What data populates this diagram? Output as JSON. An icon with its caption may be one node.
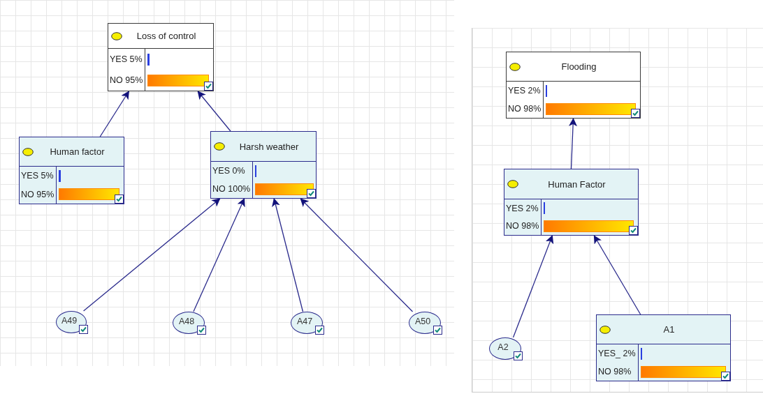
{
  "diagram": {
    "nodes": [
      {
        "text": [
          "Loss of control",
          "YES 5%",
          "NO 95%"
        ]
      },
      {
        "text": [
          "Human factor",
          "YES 5%",
          "NO 95%"
        ]
      },
      {
        "text": [
          "Harsh weather",
          "YES 0%",
          "NO 100%"
        ]
      },
      {
        "text": [
          "A49"
        ]
      },
      {
        "text": [
          "A48"
        ]
      },
      {
        "text": [
          "A47"
        ]
      },
      {
        "text": [
          "A50"
        ]
      },
      {
        "text": [
          "Flooding",
          "YES 2%",
          "NO 98%"
        ]
      },
      {
        "text": [
          "Human Factor",
          "YES 2%",
          "NO 98%"
        ]
      },
      {
        "text": [
          "A2"
        ]
      },
      {
        "text": [
          "A1",
          "YES_ 2%",
          "NO 98%"
        ]
      }
    ],
    "edges": [
      {
        "from": 1,
        "to": 0,
        "arrow": "to"
      },
      {
        "from": 2,
        "to": 0,
        "arrow": "to"
      },
      {
        "from": 3,
        "to": 2,
        "arrow": "to"
      },
      {
        "from": 4,
        "to": 2,
        "arrow": "to"
      },
      {
        "from": 5,
        "to": 2,
        "arrow": "to"
      },
      {
        "from": 6,
        "to": 2,
        "arrow": "to"
      },
      {
        "from": 8,
        "to": 7,
        "arrow": "to"
      },
      {
        "from": 9,
        "to": 8,
        "arrow": "to"
      },
      {
        "from": 10,
        "to": 8,
        "arrow": "to"
      }
    ]
  }
}
